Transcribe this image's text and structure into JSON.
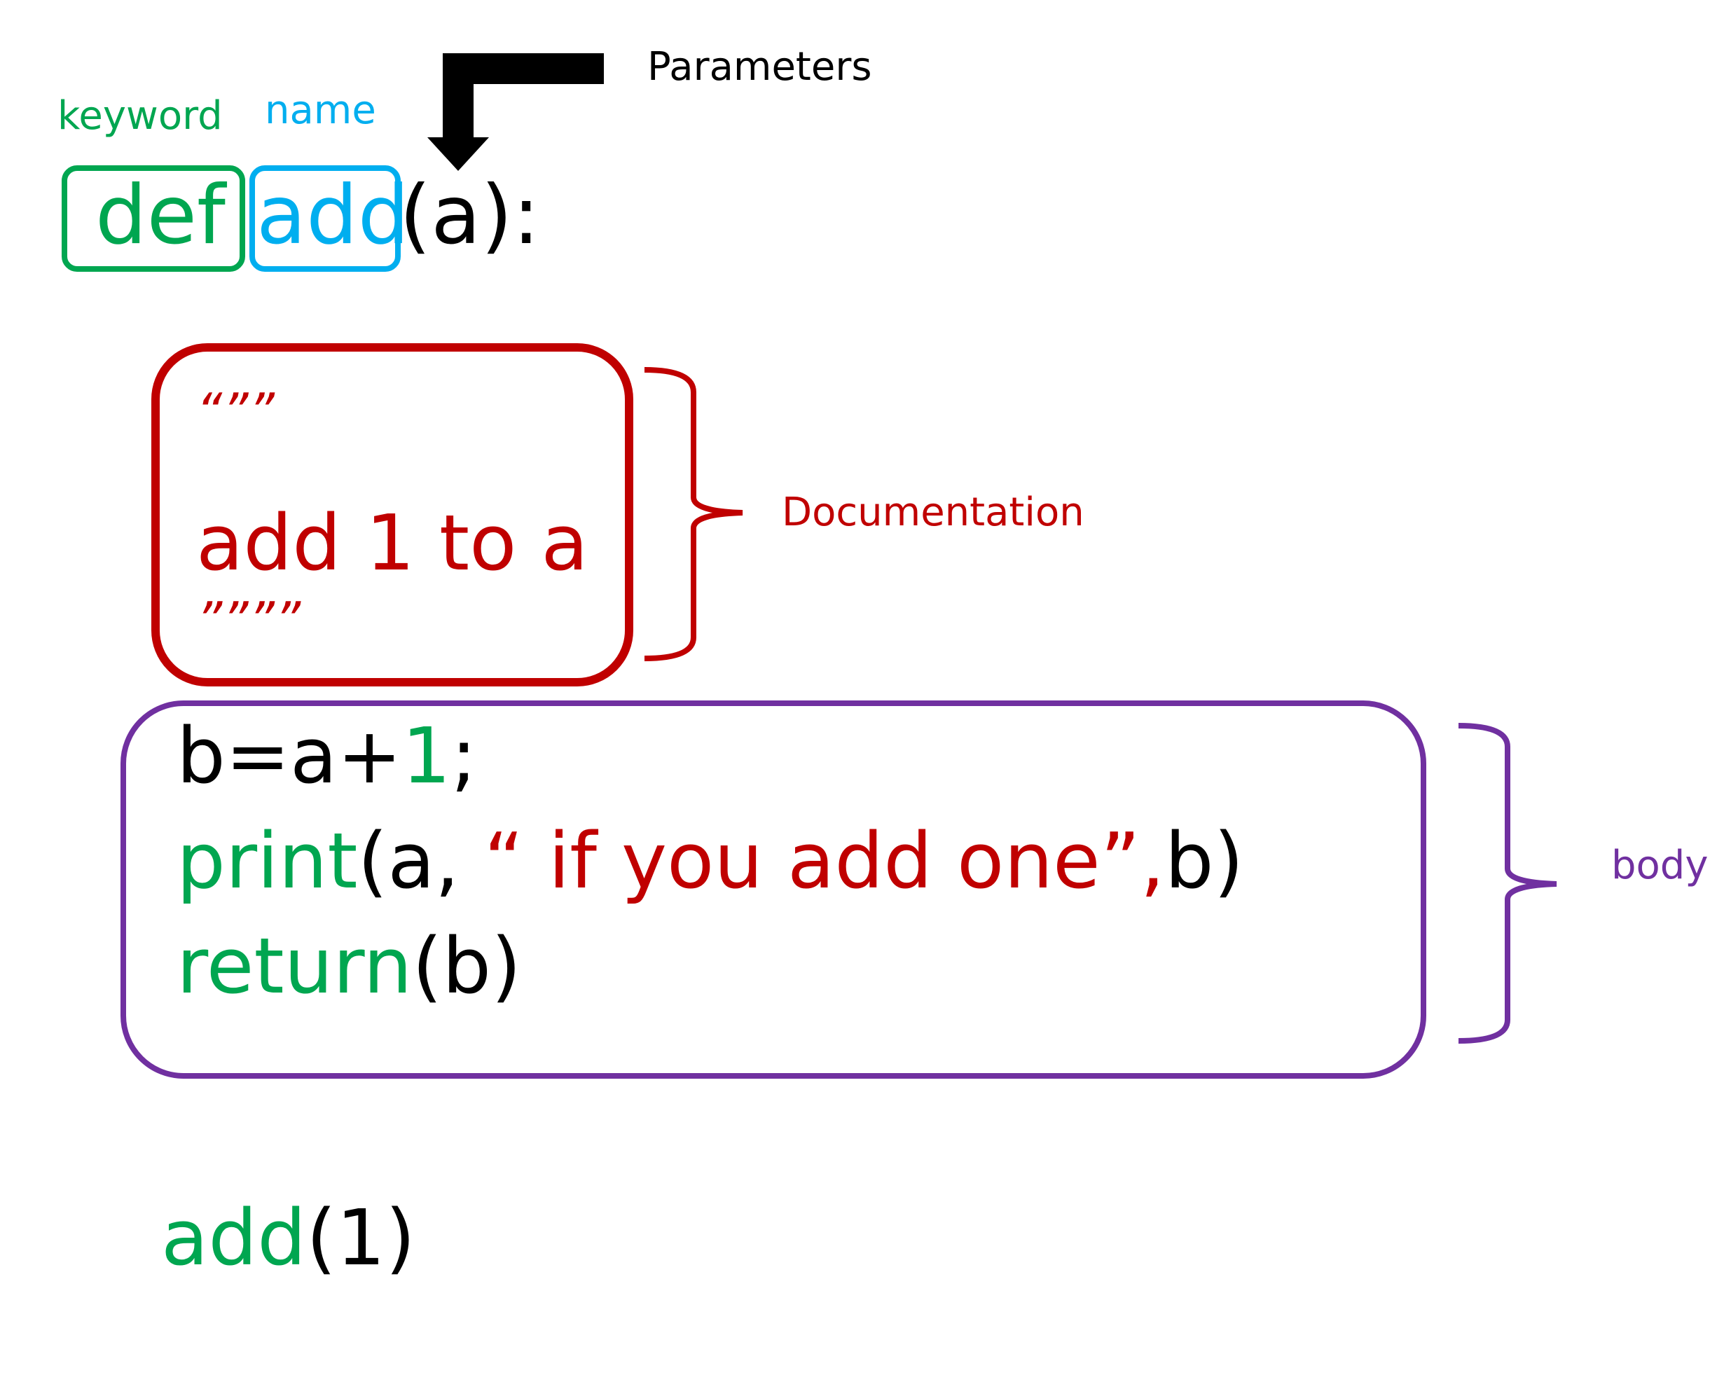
{
  "labels": {
    "keyword": "keyword",
    "name": "name",
    "parameters": "Parameters",
    "documentation": "Documentation",
    "body": "body"
  },
  "signature": {
    "keyword": "def",
    "name": "add",
    "params": "(a):"
  },
  "docstring": {
    "open_quotes": "“””",
    "text": "add 1 to a",
    "close_quotes": "””””"
  },
  "body_code": {
    "line1_a": "b=a+",
    "line1_num": "1",
    "line1_end": ";",
    "line2_fn": "print",
    "line2_args": "(a, ",
    "line2_str": "“ if you add one”,",
    "line2_end": "b)",
    "line3_fn": "return",
    "line3_arg": "(b)"
  },
  "call": {
    "fn": "add",
    "args": "(1)"
  },
  "colors": {
    "keyword": "#00a650",
    "name": "#00aeef",
    "documentation": "#c00000",
    "body": "#7030a0",
    "parameters": "#000000"
  }
}
